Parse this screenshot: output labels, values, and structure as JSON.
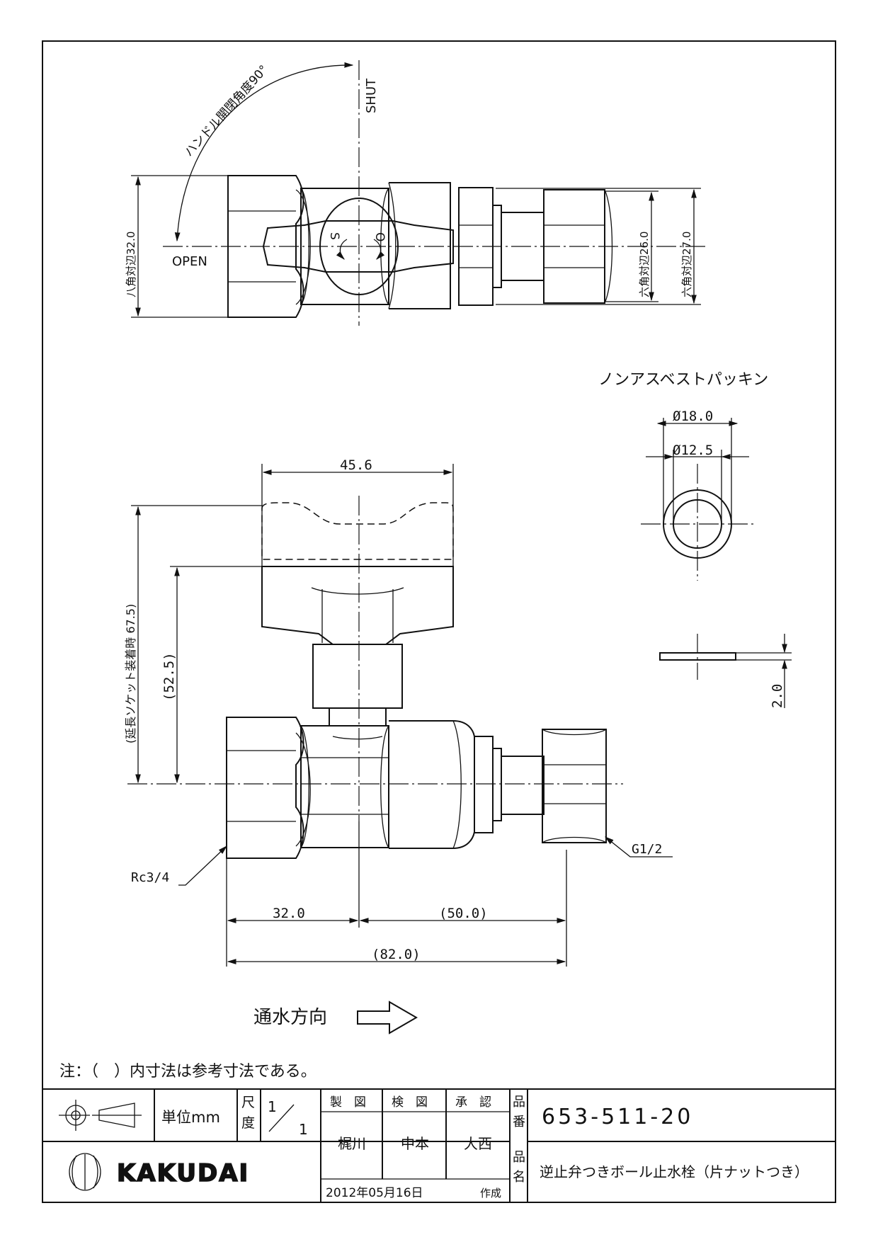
{
  "top_view": {
    "shut_label": "SHUT",
    "open_label": "OPEN",
    "handle_angle_label": "ハンドル開閉角度90°",
    "handle_s": "S",
    "handle_o": "O",
    "octagon_dim": "八角対辺32.0",
    "hex_dim_1": "六角対辺26.0",
    "hex_dim_2": "六角対辺27.0"
  },
  "packing": {
    "title": "ノンアスベストパッキン",
    "outer_dia": "Ø18.0",
    "inner_dia": "Ø12.5",
    "thickness": "2.0"
  },
  "front_view": {
    "width_dim": "45.6",
    "height_ext_dim": "(延長ソケット装着時  67.5)",
    "height_dim": "(52.5)",
    "left_thread": "Rc3/4",
    "right_thread": "G1/2",
    "dim_left": "32.0",
    "dim_right": "(50.0)",
    "dim_total": "(82.0)"
  },
  "flow_direction": "通水方向",
  "note": "注：（　）内寸法は参考寸法である。",
  "title_block": {
    "unit_label": "単位mm",
    "scale_label_1": "尺",
    "scale_label_2": "度",
    "scale_num": "1",
    "scale_den": "1",
    "drawn_header": "製　図",
    "checked_header": "検　図",
    "approved_header": "承　認",
    "drawn_by": "梶川",
    "checked_by": "中本",
    "approved_by": "大西",
    "date": "2012年05月16日",
    "date_suffix": "作成",
    "part_no_label_1": "品",
    "part_no_label_2": "番",
    "part_no": "653-511-20",
    "name_label_1": "品",
    "name_label_2": "名",
    "product_name": "逆止弁つきボール止水栓（片ナットつき）",
    "brand": "KAKUDAI"
  }
}
